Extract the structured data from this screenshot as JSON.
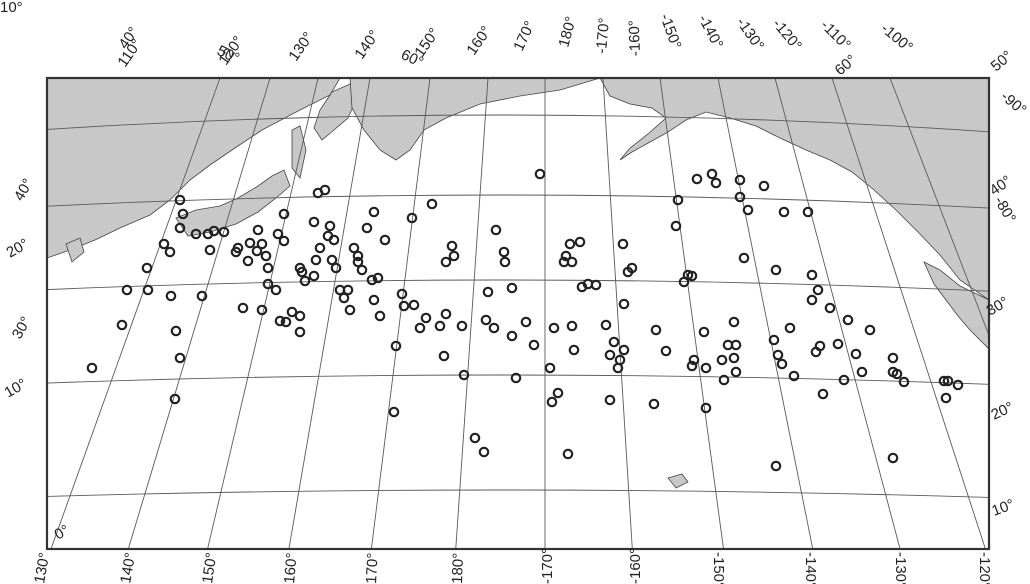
{
  "map": {
    "projection": "conic",
    "land_color": "#c8c8c8",
    "marker_color": "#222222",
    "longitude_labels_top": [
      "110°",
      "120°",
      "130°",
      "140°",
      "150°",
      "160°",
      "170°",
      "180°",
      "-170°",
      "-160°",
      "-150°",
      "-140°",
      "-130°",
      "-120°",
      "-110°",
      "-100°",
      "-90°",
      "-80°"
    ],
    "longitude_labels_bottom": [
      "130°",
      "140°",
      "150°",
      "160°",
      "170°",
      "180°",
      "-170°",
      "-160°",
      "-150°",
      "-140°",
      "-130°",
      "-120°"
    ],
    "latitude_labels_left": [
      "0°",
      "10°",
      "20°",
      "30°",
      "40°",
      "50°"
    ],
    "latitude_labels_right": [
      "10°",
      "20°",
      "30°",
      "40°",
      "50°",
      "60°"
    ],
    "latitude_labels_other": [
      "10°",
      "20°",
      "30°",
      "40°",
      "50°",
      "60°"
    ],
    "stations_count_note": ""
  }
}
